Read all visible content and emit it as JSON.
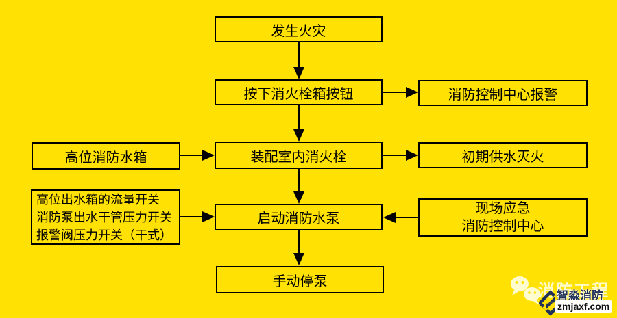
{
  "background_color": "#FFE103",
  "flowchart": {
    "nodes": {
      "start": {
        "label": "发生火灾"
      },
      "press_button": {
        "label": "按下消火栓箱按钮"
      },
      "alarm_center": {
        "label": "消防控制中心报警"
      },
      "tank": {
        "label": "高位消防水箱"
      },
      "indoor_hydrant": {
        "label": "装配室内消火栓"
      },
      "initial_water": {
        "label": "初期供水灭火"
      },
      "switches": {
        "lines": [
          "高位出水箱的流量开关",
          "消防泵出水干管压力开关",
          "报警阀压力开关（干式）"
        ]
      },
      "start_pump": {
        "label": "启动消防水泵"
      },
      "emergency": {
        "lines": [
          "现场应急",
          "消防控制中心"
        ]
      },
      "manual_stop": {
        "label": "手动停泵"
      }
    }
  },
  "watermark": {
    "wechat_text": "消防工程",
    "brand_name": "智淼消防",
    "brand_url": "zmjaxf.com"
  }
}
